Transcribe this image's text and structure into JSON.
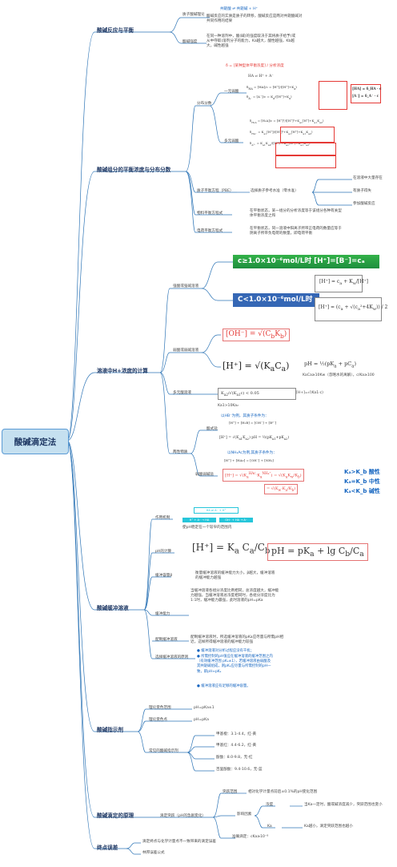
{
  "root": "酸碱滴定法",
  "colors": {
    "branch": "#2e75b6",
    "red": "#e53935",
    "green": "#1e8e3e",
    "blue": "#3567b5",
    "cyan": "#26c6da"
  },
  "b1": {
    "title": "酸碱反应与平衡",
    "n1": "质子酸碱理论",
    "n1_top": "共轭酸 ⇌ 共轭碱 + H⁺",
    "n1_d": "酸碱反应的实质是质子的转移，酸碱反应是两对共轭酸碱对共同作用的结果",
    "n2": "酸碱强度",
    "n2_d": "在同一种溶剂中，酸(碱)的强度取决于其将质子给予(或从中夺取)溶剂分子的能力，Ka越大，酸性越强，Kb越大，碱性越强"
  },
  "b2": {
    "title": "酸碱组分的平衡浓度与分布分数",
    "fb": "分布分数",
    "fb_def": "δ = [某种型体平衡浓度] / 分析浓度",
    "mono": "一元弱酸",
    "mono_eq": "HA ⇌ H⁺ + A⁻",
    "mono_r1": "[HA] = δ_HA · c",
    "mono_r2": "[A⁻] = δ_A⁻ · c",
    "poly": "多元弱酸",
    "zj": "质子平衡方程（PBE）",
    "zj_d": "选择质子参考水准（零水准）",
    "zj_items": [
      "在溶液中大量存在",
      "有质子得失",
      "参加酸碱反应"
    ],
    "wl": "物料平衡方程式",
    "wl_d": "在平衡状态，某一组分的分析浓度等于该组分各种有关型体平衡浓度之和",
    "dh": "电荷平衡方程式",
    "dh_d": "在平衡状态，同一溶液中阳离子所带正电荷的数量应等于阴离子所带负电荷的数量，即电荷平衡"
  },
  "b3": {
    "title": "溶液中H+浓度的计算",
    "qs": "强酸或强碱溶液",
    "qs_g": "c≥1.0×10⁻⁶mol/L时   [H⁺]=[B⁻]=cₐ",
    "qs_b": "C<1.0×10⁻⁶mol/L时",
    "rs": "弱酸或弱碱溶液",
    "rs_note": "KaCa≥10Kw（忽略水的离解），c/Ka≥100",
    "dy": "多元酸溶液",
    "dy_note": "Ka1>10Ka₂",
    "dy_r": "[H+]=√(Ka1·c)",
    "lx": "两性物质",
    "sy": "酸式盐",
    "sy_d": "以HB⁻为例，其质子条件为：",
    "rsr": "弱酸弱碱盐",
    "rsr_d": "以NH₄Ac为例,其质子条件为：",
    "c1": "Kₐ>K_b  酸性",
    "c2": "Kₐ=K_b  中性",
    "c3": "Kₐ<K_b  碱性"
  },
  "b4": {
    "title": "酸碱缓冲溶液",
    "zy": "作用机制",
    "zy_d": "使pH稳定在一个较窄的范围内",
    "ph": "pH的计算",
    "hc1": "缓冲容量β",
    "hc1_d": "衡量缓冲溶液的缓冲能力大小，β越大，缓冲溶液的缓冲能力越强",
    "hc2": "缓冲能力",
    "hc2_d": "当缓冲溶液各组分浓度比例相同，总浓度越大，缓冲能力越强，当缓冲溶液总浓度相同时，各组分浓度比为1:1时，缓冲能力最强，此时溶液的pH=pKa",
    "pz": "配制缓冲溶液",
    "pz_d": "配制缓冲溶液时，所选缓冲溶液的pKa应尽量与所需pH相近，这样所得缓冲溶液的缓冲能力较强",
    "xz": "选择缓冲溶液的原则",
    "xz_items": [
      "● 缓冲溶液对分析过程应没有干扰；",
      "● 所需控制的pH值应在缓冲溶液的缓冲范围之内（有效缓冲范围  pKₐ±1），若缓冲溶液由弱酸及其共轭碱组成，则pKₐ应尽量与所需控制的pH一致，即pH≈pKₐ",
      "● 缓冲溶液应有足够的缓冲容量。"
    ]
  },
  "b5": {
    "title": "酸碱指示剂",
    "items": [
      {
        "l": "理论变色范围",
        "r": "pH=pKa±1"
      },
      {
        "l": "理论变色点",
        "r": "pH=pKa"
      },
      {
        "l": "常见的酸碱指示剂",
        "r": ""
      }
    ],
    "ind": [
      "甲基橙：3.1-4.4，红-黄",
      "甲基红：4.4-6.2，红-黄",
      "酚酞：8.0-9.8，无-红",
      "百里酚酞：9.4-10.6，无-蓝"
    ]
  },
  "b6": {
    "title": "酸碱滴定的原理",
    "n": "滴定突跃（pH的急剧变化）",
    "r1": "突跃范围",
    "r1_d": "相对化学计量点前后±0.1%的pH变化范围",
    "r2": "影响因素",
    "r2a": "浓度",
    "r2a_d": "当Ka一定时，酸或碱浓度减少，突跃范围也变小",
    "r2b": "Ka",
    "r2b_d": "Ka越小，滴定突跃范围也越小",
    "r3": "准确滴定：cKa≥10⁻⁸"
  },
  "b7": {
    "title": "终点误差",
    "items": [
      "滴定终点与化学计量点不一致带来的滴定误差",
      "林邦误差公式"
    ]
  }
}
